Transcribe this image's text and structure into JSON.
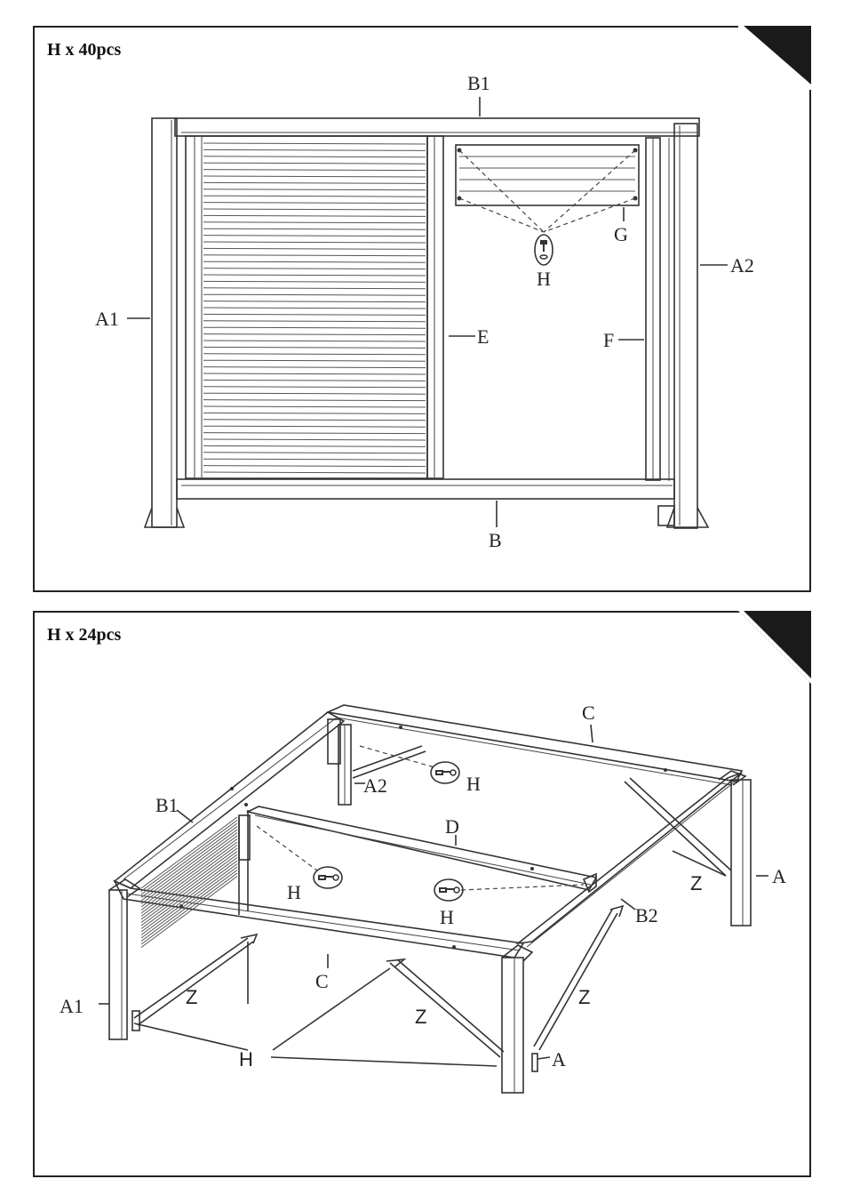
{
  "panel1": {
    "title": "H x 40pcs",
    "labels": {
      "b1": "B1",
      "a1": "A1",
      "a2": "A2",
      "e": "E",
      "f": "F",
      "g": "G",
      "h": "H",
      "b": "B"
    }
  },
  "panel2": {
    "title": "H x 24pcs",
    "labels": {
      "c_top": "C",
      "b1": "B1",
      "a2": "A2",
      "h1": "H",
      "d": "D",
      "h2": "H",
      "h3": "H",
      "a_right": "A",
      "z1": "Z",
      "b2": "B2",
      "a1": "A1",
      "z2": "Z",
      "c_front": "C",
      "z3": "Z",
      "z4": "Z",
      "h_bottom": "H",
      "a_bottom": "A"
    }
  },
  "colors": {
    "line": "#333333",
    "corner": "#1a1a1a"
  }
}
